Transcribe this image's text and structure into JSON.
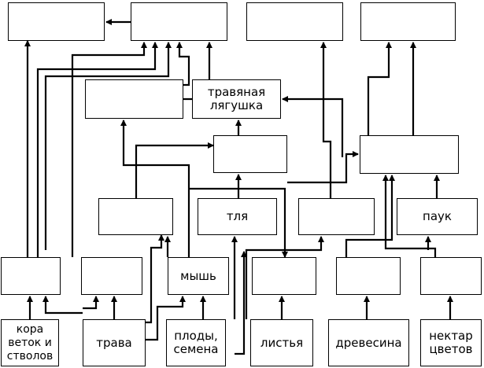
{
  "nodes": {
    "frog": "травяная\nлягушка",
    "aphid": "тля",
    "spider": "паук",
    "mouse": "мышь",
    "bark": "кора\nветок и\nстволов",
    "grass": "трава",
    "fruit": "плоды,\nсемена",
    "leaves": "листья",
    "wood": "древесина",
    "nectar": "нектар\nцветов"
  },
  "empty_boxes": 14
}
